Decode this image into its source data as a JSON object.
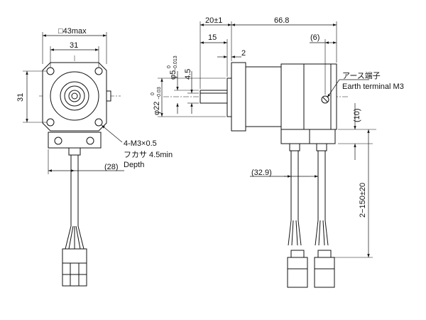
{
  "labels": {
    "front_max": "□43max",
    "front_width": "31",
    "front_height": "31",
    "screw_spec": "4-M3×0.5",
    "screw_depth_jp": "フカサ 4.5min",
    "screw_depth_en": "Depth",
    "front_cable_offset": "(28)",
    "shaft_length_total": "20±1",
    "body_length": "66.8",
    "shaft_length": "15",
    "earth_offset": "(6)",
    "flange_thickness": "2",
    "flat_dim": "4.5",
    "shaft_dia_main": "φ5",
    "shaft_dia_tol_upper": "0",
    "shaft_dia_tol_lower": "−0.013",
    "pilot_dia_main": "φ22",
    "pilot_dia_tol_upper": "0",
    "pilot_dia_tol_lower": "−0.03",
    "earth_jp": "アース端子",
    "earth_en": "Earth terminal M3",
    "side_offset_10": "(10)",
    "cable_offset": "(32.9)",
    "cable_length": "2−150±20"
  }
}
